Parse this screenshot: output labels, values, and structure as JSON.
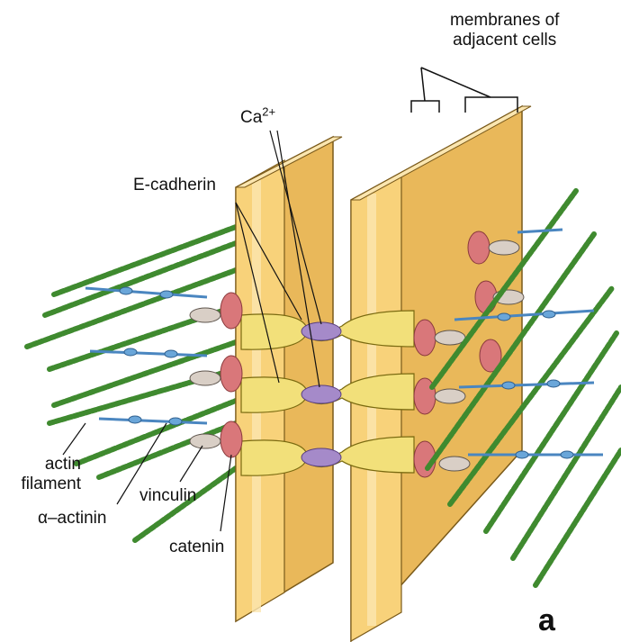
{
  "labels": {
    "membranes_line1": "membranes of",
    "membranes_line2": "adjacent cells",
    "ca_base": "Ca",
    "ca_sup": "2+",
    "ecadherin": "E-cadherin",
    "actin_line1": "actin",
    "actin_line2": "filament",
    "vinculin": "vinculin",
    "alpha_actinin": "α–actinin",
    "catenin": "catenin"
  },
  "panel_letter": "a",
  "colors": {
    "membrane_face": "#f8d27a",
    "membrane_side": "#e9b85a",
    "membrane_stripe": "#fbe6b0",
    "actin": "#4f9a3c",
    "actin_dark": "#2d6b22",
    "alpha_actinin": "#6aa6d9",
    "vinculin": "#d9cfc6",
    "catenin": "#d9777a",
    "cadherin": "#f2e07a",
    "calcium": "#a58ac9"
  }
}
